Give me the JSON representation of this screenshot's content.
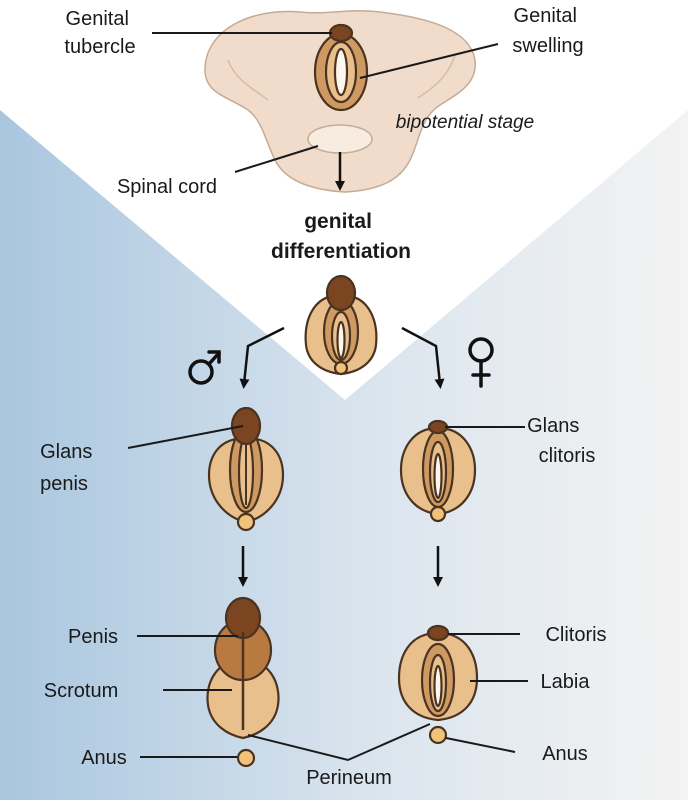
{
  "colors": {
    "background_gradient_left": "#a9c6df",
    "background_gradient_right": "#f5f5f5",
    "skin": "#f1dccb",
    "swelling": "#cf9a61",
    "swelling_light": "#e9bf8c",
    "tubercle": "#7a4520",
    "anus": "#f0c27a",
    "outline": "#4a3320"
  },
  "top": {
    "genital_tubercle": [
      "Genital",
      "tubercle"
    ],
    "genital_swelling": [
      "Genital",
      "swelling"
    ],
    "stage": "bipotential stage",
    "spinal_cord": "Spinal cord"
  },
  "process": {
    "title": [
      "genital",
      "differentiation"
    ]
  },
  "symbols": {
    "male": "male-symbol",
    "female": "female-symbol"
  },
  "male": {
    "glans": [
      "Glans",
      "penis"
    ],
    "penis": "Penis",
    "scrotum": "Scrotum",
    "anus": "Anus"
  },
  "female": {
    "glans": [
      "Glans",
      "clitoris"
    ],
    "clitoris": "Clitoris",
    "labia": "Labia",
    "anus": "Anus"
  },
  "shared": {
    "perineum": "Perineum"
  }
}
